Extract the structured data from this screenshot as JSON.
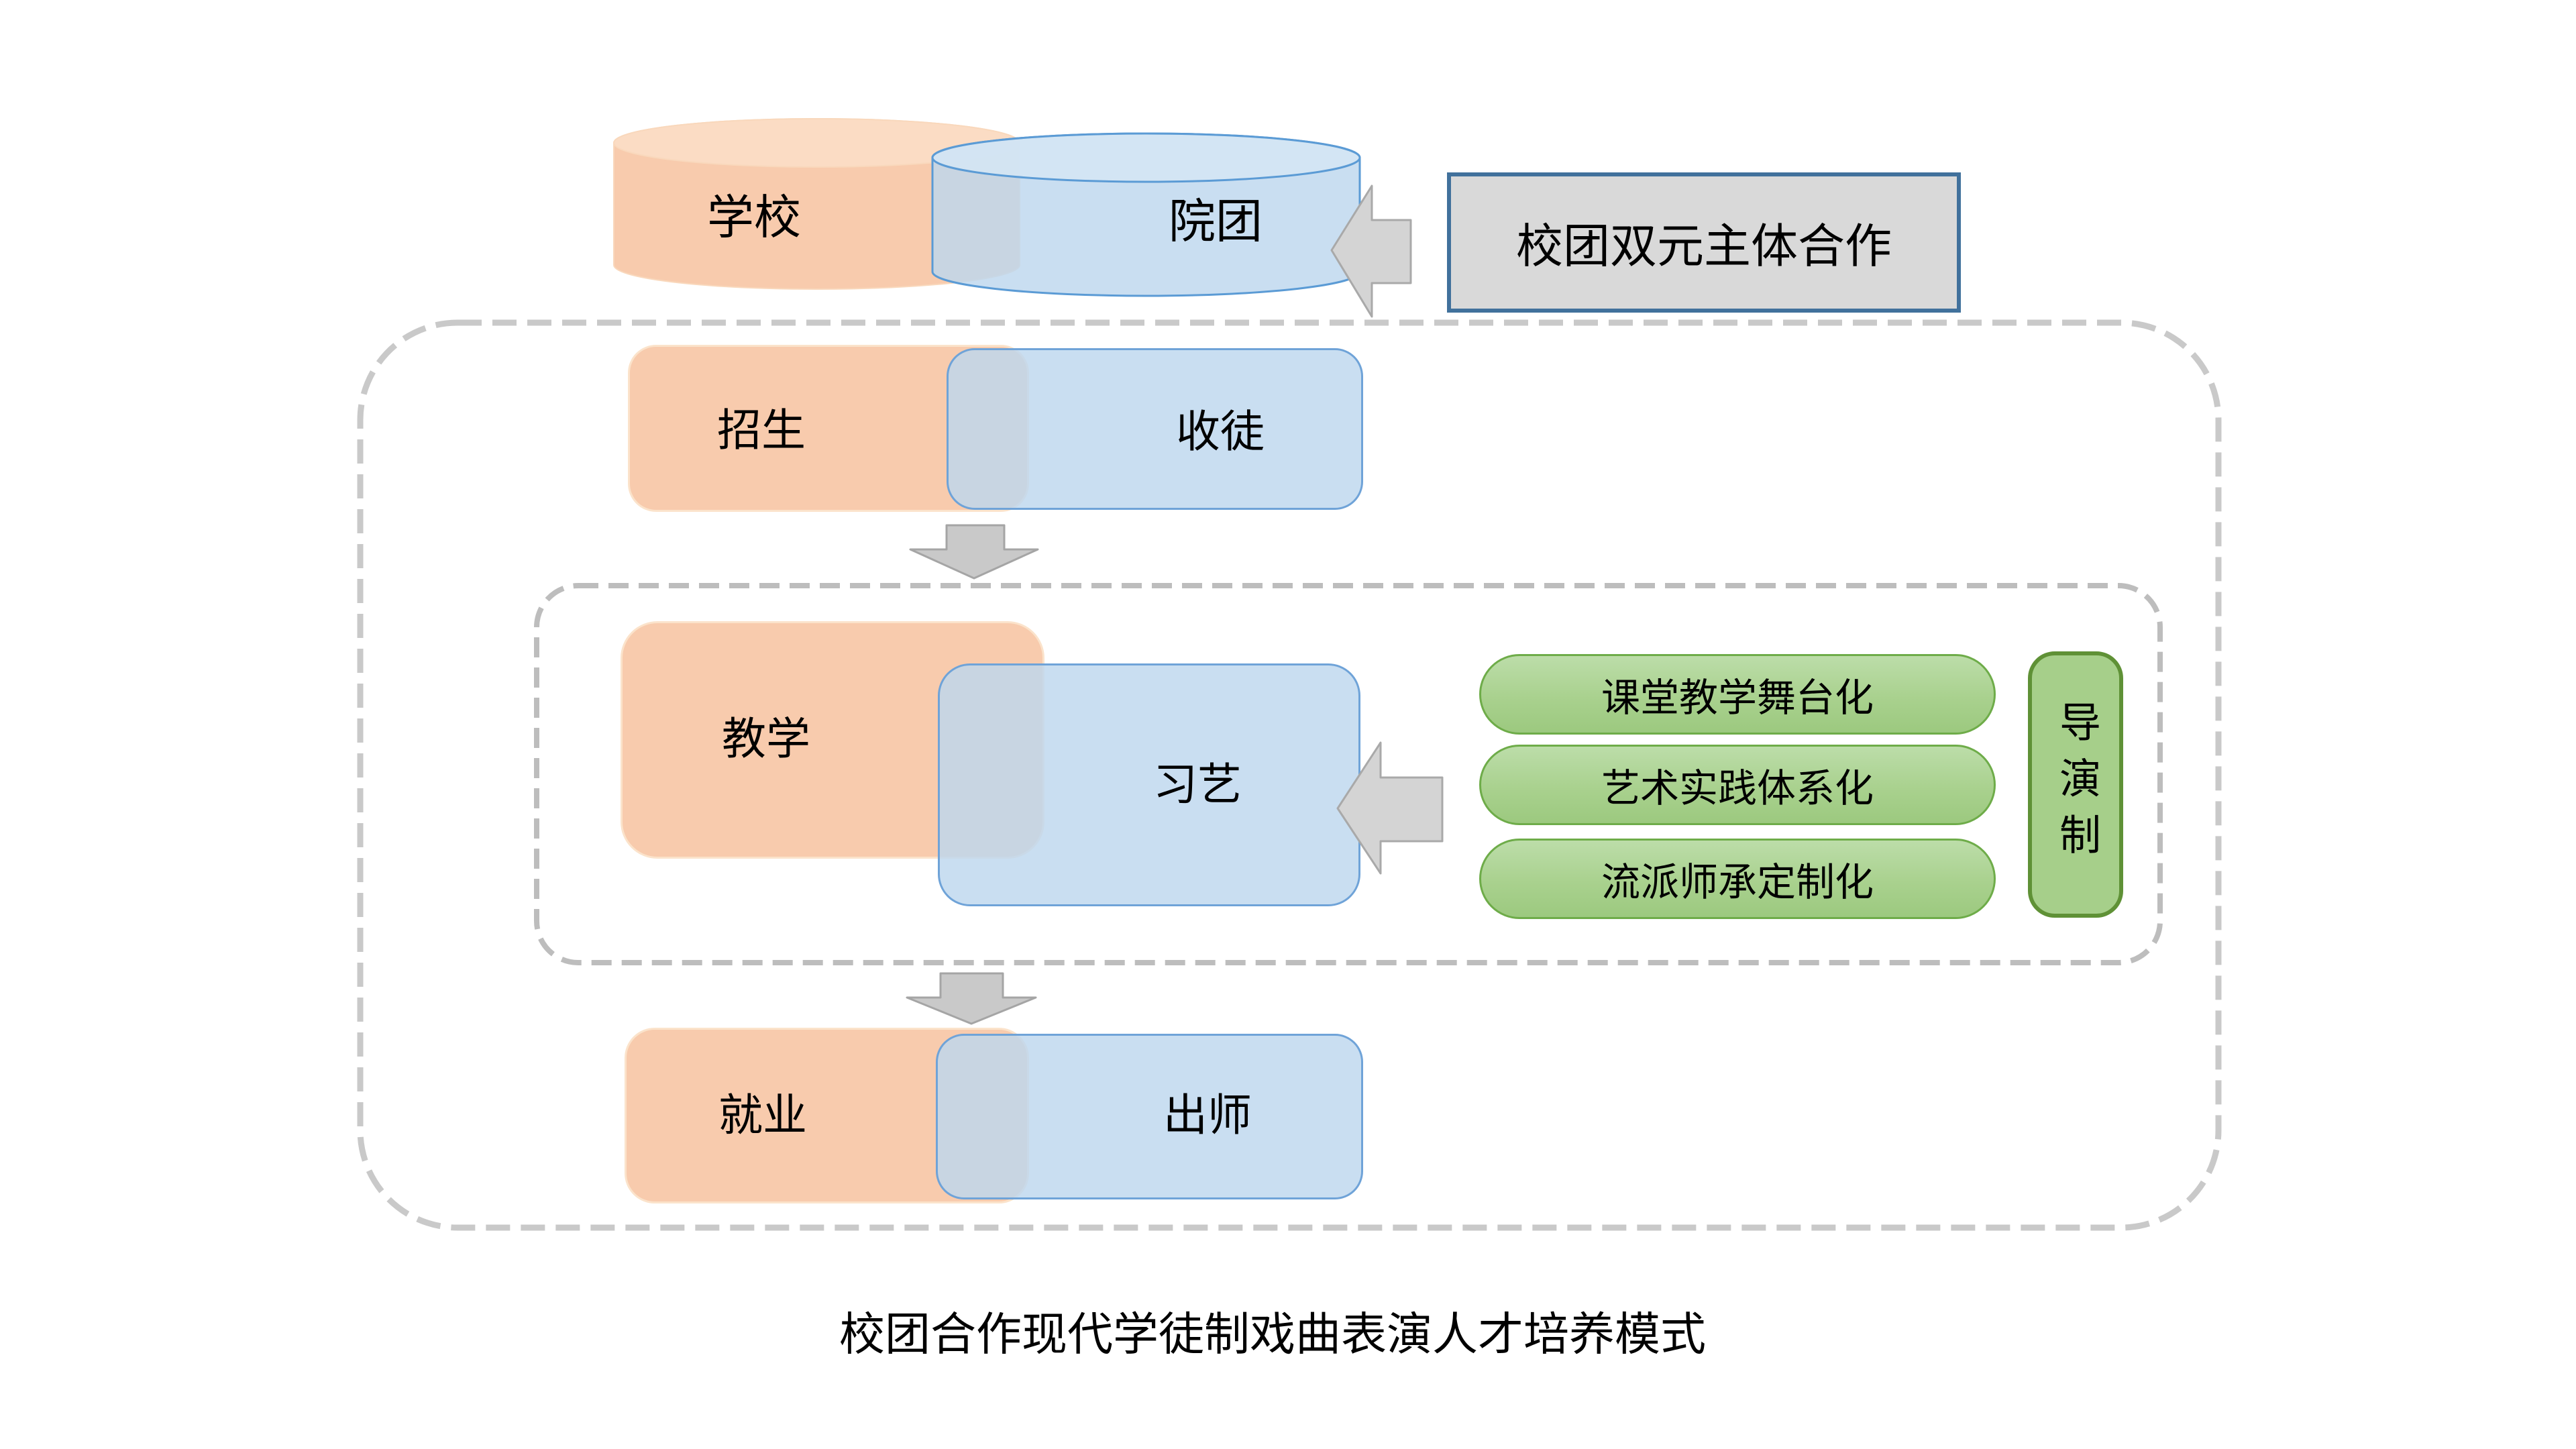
{
  "slide": {
    "caption": "校团合作现代学徒制戏曲表演人才培养模式"
  },
  "partners": {
    "school": "学校",
    "troupe": "院团",
    "cooperation": "校团双元主体合作"
  },
  "stages": [
    {
      "school": "招生",
      "troupe": "收徒"
    },
    {
      "school": "教学",
      "troupe": "习艺"
    },
    {
      "school": "就业",
      "troupe": "出师"
    }
  ],
  "teaching_methods": [
    "课堂教学舞台化",
    "艺术实践体系化",
    "流派师承定制化"
  ],
  "director_system": "导演制",
  "colors": {
    "school_fill": "#F8CBAD",
    "troupe_fill": "#BDD7EE",
    "troupe_border": "#5B9BD5",
    "method_fill": "#A9D18E",
    "method_border": "#70AD47",
    "director_border": "#5F9136",
    "cooperation_fill": "#D9D9D9",
    "cooperation_border": "#41719C",
    "arrow_fill": "#D4D4D4",
    "dashed_border": "#BFBFBF"
  }
}
